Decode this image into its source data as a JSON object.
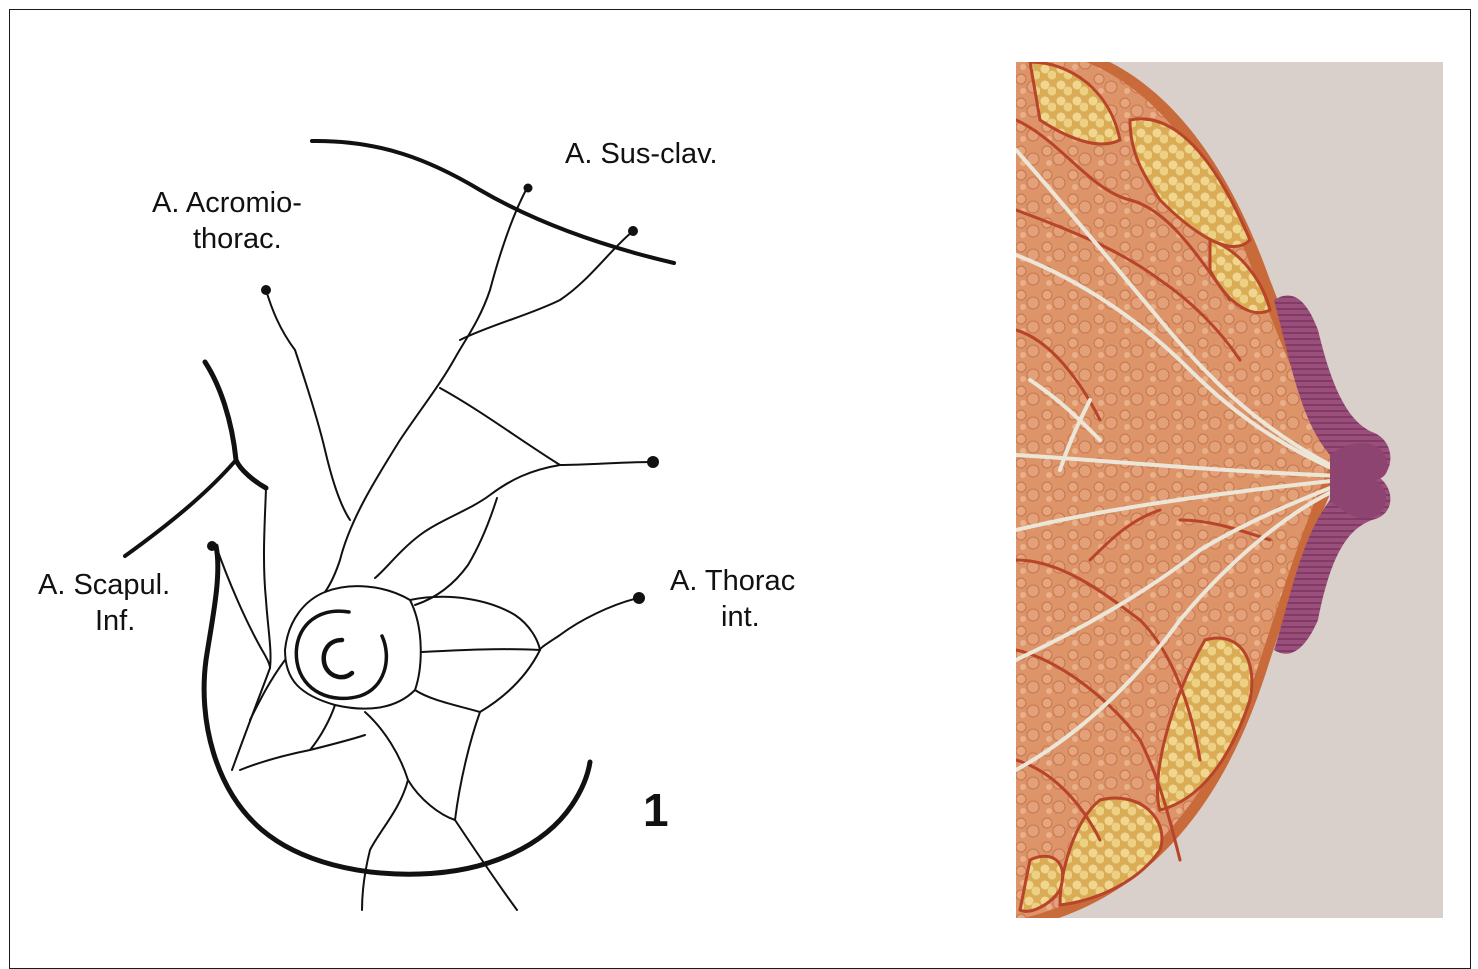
{
  "diagram": {
    "labels": {
      "sus_clav": "A. Sus-clav.",
      "acromio_line1": "A. Acromio-",
      "acromio_line2": "thorac.",
      "scapul_line1": "A. Scapul.",
      "scapul_line2": "Inf.",
      "thorac_line1": "A. Thorac",
      "thorac_line2": "int."
    },
    "figure_number": "1"
  },
  "illustration": {
    "colors": {
      "background": "#d9d0cb",
      "tissue": "#d98c63",
      "fat_lobule": "#e8c979",
      "vessel": "#b8442a",
      "duct": "#ece6d8",
      "areola": "#8e4470",
      "skin_edge": "#c96a3a"
    }
  },
  "colors": {
    "ink": "#111111",
    "frame_border": "#1a1a1a"
  }
}
